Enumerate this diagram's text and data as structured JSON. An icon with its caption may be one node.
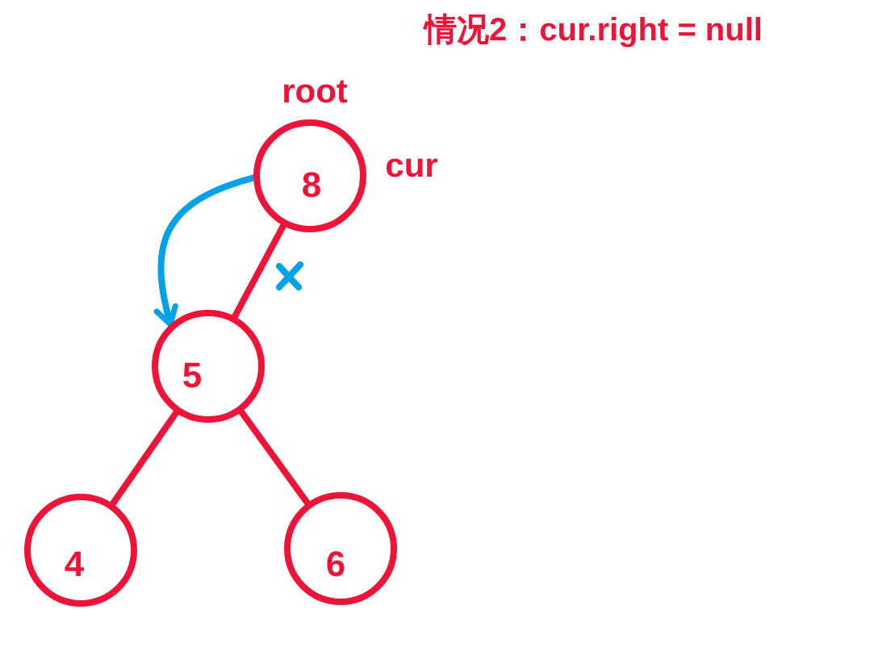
{
  "diagram": {
    "title": "情况2：cur.right = null",
    "nodes": [
      {
        "text": [
          "8"
        ],
        "beside": [
          "root",
          "cur"
        ]
      },
      {
        "text": [
          "5"
        ]
      },
      {
        "text": [
          "4"
        ]
      },
      {
        "text": [
          "6"
        ]
      }
    ],
    "edges": [
      {
        "from": 0,
        "to": 1,
        "arrow": "none"
      },
      {
        "from": 1,
        "to": 2,
        "arrow": "none"
      },
      {
        "from": 1,
        "to": 3,
        "arrow": "none"
      },
      {
        "from": 0,
        "to": 1,
        "arrow": "to",
        "color": "#00a2e8"
      }
    ]
  }
}
